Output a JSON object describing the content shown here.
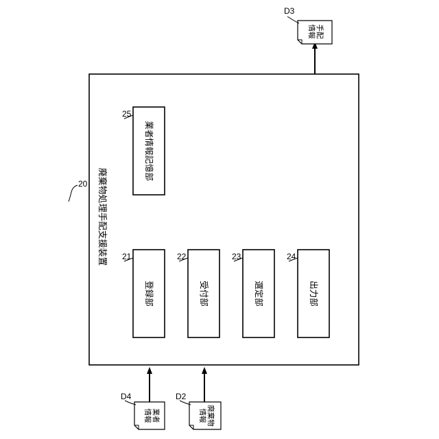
{
  "device": {
    "ref": "20",
    "title": "廃棄物処理手配支援装置"
  },
  "units": [
    {
      "ref": "21",
      "label": "登録部"
    },
    {
      "ref": "22",
      "label": "受付部"
    },
    {
      "ref": "23",
      "label": "選定部"
    },
    {
      "ref": "24",
      "label": "出力部"
    },
    {
      "ref": "25",
      "label": "業者情報記憶部"
    }
  ],
  "docs": {
    "d3": {
      "ref": "D3",
      "line1": "手配",
      "line2": "情報"
    },
    "d4": {
      "ref": "D4",
      "line1": "業者",
      "line2": "情報"
    },
    "d2": {
      "ref": "D2",
      "line1": "廃棄物",
      "line2": "情報"
    }
  }
}
